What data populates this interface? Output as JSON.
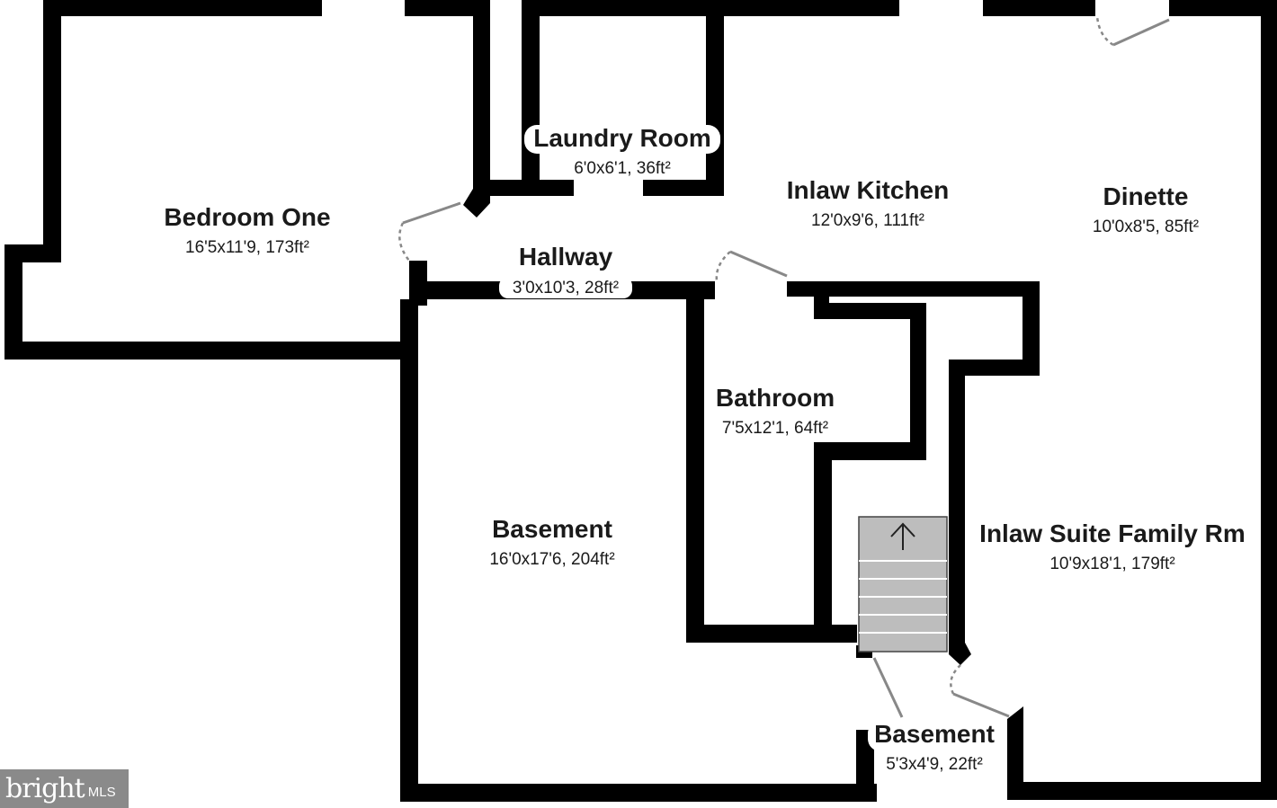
{
  "rooms": {
    "bedroom_one": {
      "name": "Bedroom One",
      "dims": "16'5x11'9, 173ft²"
    },
    "laundry": {
      "name": "Laundry Room",
      "dims": "6'0x6'1, 36ft²"
    },
    "inlaw_kitchen": {
      "name": "Inlaw Kitchen",
      "dims": "12'0x9'6, 111ft²"
    },
    "dinette": {
      "name": "Dinette",
      "dims": "10'0x8'5, 85ft²"
    },
    "hallway": {
      "name": "Hallway",
      "dims": "3'0x10'3, 28ft²"
    },
    "bathroom": {
      "name": "Bathroom",
      "dims": "7'5x12'1, 64ft²"
    },
    "basement_main": {
      "name": "Basement",
      "dims": "16'0x17'6, 204ft²"
    },
    "family_rm": {
      "name": "Inlaw Suite Family Rm",
      "dims": "10'9x18'1, 179ft²"
    },
    "basement_small": {
      "name": "Basement",
      "dims": "5'3x4'9, 22ft²"
    }
  },
  "watermark": {
    "brand": "bright",
    "suffix": "MLS"
  },
  "colors": {
    "wall": "#000000",
    "stair": "#bdbdbd",
    "door": "#888888",
    "watermark_bg": "#8a8a8a"
  }
}
